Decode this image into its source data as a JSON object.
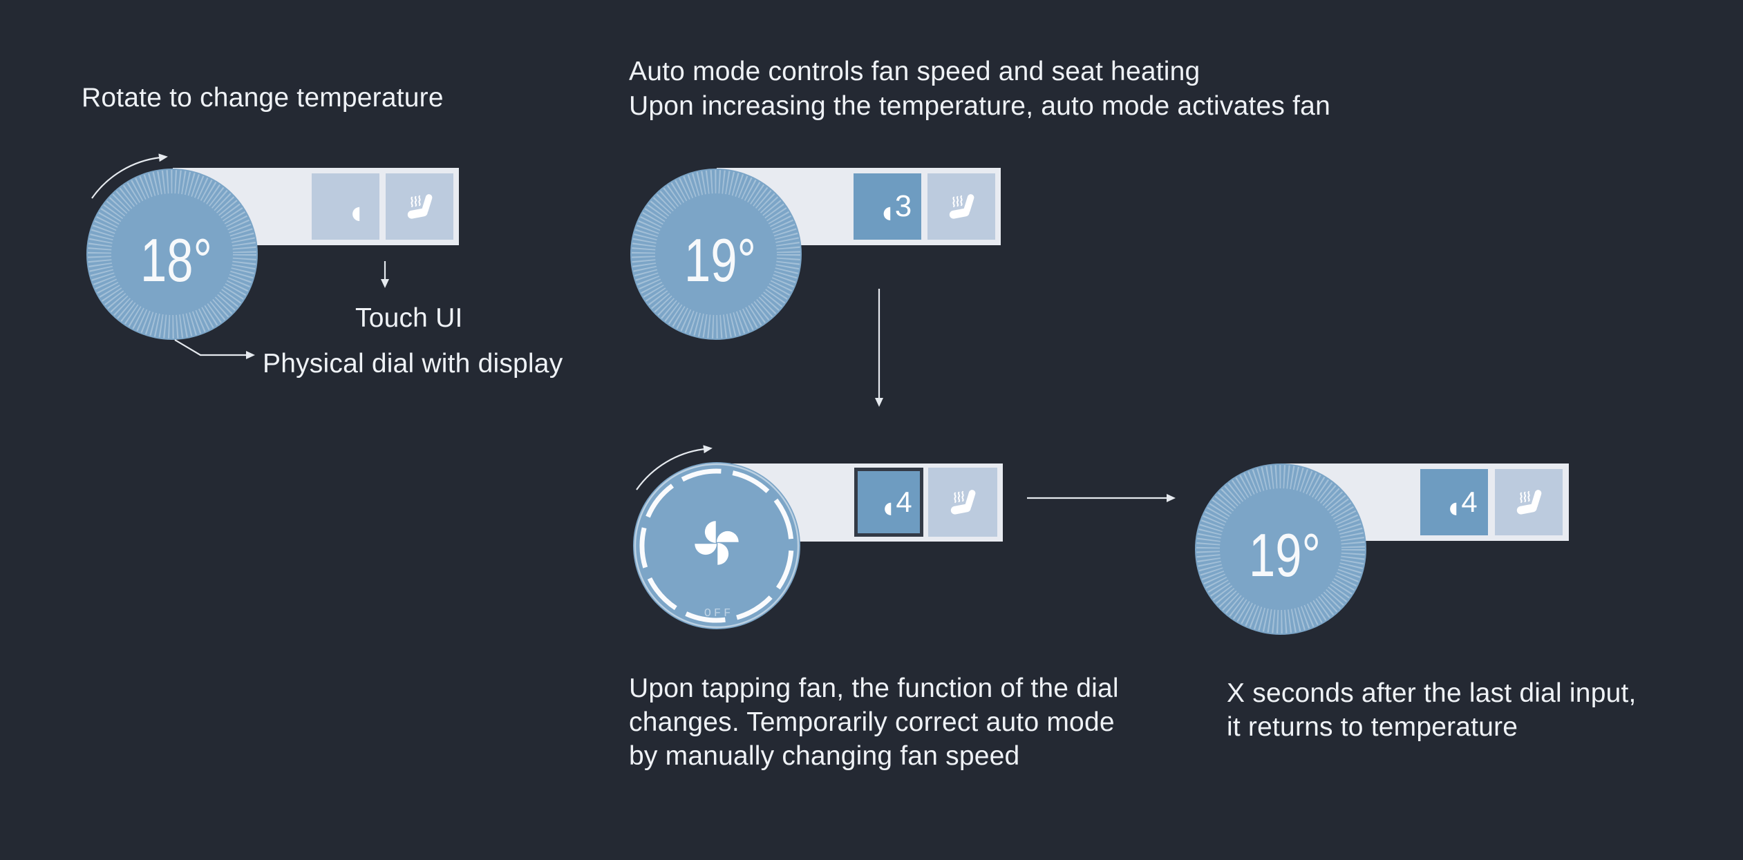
{
  "colors": {
    "background": "#242933",
    "dial_fill": "#7CA5C7",
    "dial_ticks": "#A8C0D8",
    "touch_bar": "#E8EBF1",
    "button_inactive": "#BCCBDE",
    "button_active": "#6E9CC1",
    "selected_border": "#333A46",
    "text": "#EFF2F6",
    "arrow": "#E6EAEF",
    "white": "#FFFFFF"
  },
  "icons": {
    "fan": "fan-icon",
    "seat_heating": "seat-heating-icon",
    "rotate_arrow": "rotate-clockwise-arrow",
    "down_arrow": "down-arrow",
    "right_arrow": "right-arrow"
  },
  "panel1": {
    "title": "Rotate to change temperature",
    "dial_value": "18°",
    "labels": {
      "touch_ui": "Touch UI",
      "physical_dial": "Physical dial with display"
    }
  },
  "panel2": {
    "title_line1": "Auto mode controls fan speed and seat heating",
    "title_line2": "Upon increasing the temperature, auto mode activates fan",
    "dial_value": "19°",
    "fan_level": "3"
  },
  "panel3": {
    "dial_off_label": "OFF",
    "fan_level": "4",
    "caption_line1": "Upon tapping fan, the function of the dial",
    "caption_line2": "changes. Temporarily correct auto mode",
    "caption_line3": "by manually changing fan speed"
  },
  "panel4": {
    "dial_value": "19°",
    "fan_level": "4",
    "caption_line1": "X seconds after the last dial input,",
    "caption_line2": "it returns to temperature"
  }
}
